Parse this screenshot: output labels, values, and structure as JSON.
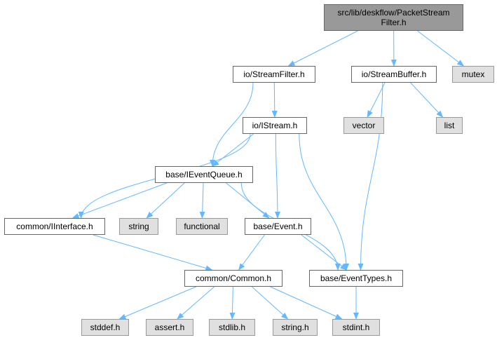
{
  "colors": {
    "edge": "#63b8ff",
    "file_fill": "#ffffff",
    "file_border": "#666666",
    "sys_fill": "#e0e0e0",
    "sys_border": "#999999",
    "main_fill": "#999999"
  },
  "nodes": {
    "packetstreamfilter": {
      "label_line1": "src/lib/deskflow/PacketStream",
      "label_line2": "Filter.h"
    },
    "streamfilter": {
      "label": "io/StreamFilter.h"
    },
    "streambuffer": {
      "label": "io/StreamBuffer.h"
    },
    "mutex": {
      "label": "mutex"
    },
    "istream": {
      "label": "io/IStream.h"
    },
    "vector": {
      "label": "vector"
    },
    "list": {
      "label": "list"
    },
    "ieventqueue": {
      "label": "base/IEventQueue.h"
    },
    "iinterface": {
      "label": "common/IInterface.h"
    },
    "string": {
      "label": "string"
    },
    "functional": {
      "label": "functional"
    },
    "event": {
      "label": "base/Event.h"
    },
    "common": {
      "label": "common/Common.h"
    },
    "eventtypes": {
      "label": "base/EventTypes.h"
    },
    "stddef": {
      "label": "stddef.h"
    },
    "assert": {
      "label": "assert.h"
    },
    "stdlib": {
      "label": "stdlib.h"
    },
    "stringh": {
      "label": "string.h"
    },
    "stdint": {
      "label": "stdint.h"
    }
  },
  "edges": [
    [
      "packetstreamfilter",
      "streamfilter"
    ],
    [
      "packetstreamfilter",
      "streambuffer"
    ],
    [
      "packetstreamfilter",
      "mutex"
    ],
    [
      "streamfilter",
      "istream"
    ],
    [
      "streamfilter",
      "ieventqueue"
    ],
    [
      "streambuffer",
      "vector"
    ],
    [
      "streambuffer",
      "list"
    ],
    [
      "streambuffer",
      "eventtypes"
    ],
    [
      "istream",
      "ieventqueue"
    ],
    [
      "istream",
      "iinterface"
    ],
    [
      "istream",
      "event"
    ],
    [
      "istream",
      "eventtypes"
    ],
    [
      "ieventqueue",
      "iinterface"
    ],
    [
      "ieventqueue",
      "string"
    ],
    [
      "ieventqueue",
      "functional"
    ],
    [
      "ieventqueue",
      "event"
    ],
    [
      "ieventqueue",
      "eventtypes"
    ],
    [
      "iinterface",
      "common"
    ],
    [
      "event",
      "common"
    ],
    [
      "event",
      "eventtypes"
    ],
    [
      "common",
      "stddef"
    ],
    [
      "common",
      "assert"
    ],
    [
      "common",
      "stdlib"
    ],
    [
      "common",
      "stringh"
    ],
    [
      "common",
      "stdint"
    ],
    [
      "eventtypes",
      "stdint"
    ]
  ]
}
